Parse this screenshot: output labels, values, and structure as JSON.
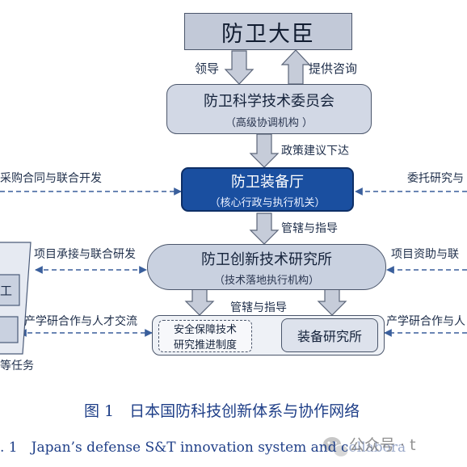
{
  "nodes": {
    "minister": "防卫大臣",
    "council": {
      "title": "防卫科学技术委员会",
      "sub": "（高级协调机构 ）"
    },
    "agency": {
      "title": "防卫装备厅",
      "sub": "（核心行政与执行机关）"
    },
    "institute": {
      "title": "防卫创新技术研究所",
      "sub": "（技术落地执行机构）"
    },
    "security_program": {
      "line1": "安全保障技术",
      "line2": "研究推进制度"
    },
    "equipment_institute": "装备研究所",
    "left_partial_1": "工",
    "left_partial_bottom": "等任务"
  },
  "edges": {
    "lead": "领导",
    "advise": "提供咨询",
    "policy": "政策建议下达",
    "govern1": "管辖与指导",
    "govern2": "管辖与指导",
    "procure": "采购合同与联合开发",
    "entrust": "委托研究与",
    "project_undertake": "项目承接与联合研发",
    "project_funding": "项目资助与联",
    "iuc_left": "产学研合作与人才交流",
    "iuc_right": "产学研合作与人"
  },
  "caption": {
    "cn": "图 1　日本国防科技创新体系与协作网络",
    "en": ". 1　Japan’s defense S&T innovation system and collabora"
  },
  "watermark": "公众号 · t",
  "colors": {
    "minister_fill": "#c2c9d8",
    "council_fill": "#d2d8e5",
    "agency_fill": "#1a4fa0",
    "arrow_fill": "#c6ccd9",
    "dash": "#3a5f9c",
    "caption": "#1f3f88"
  }
}
